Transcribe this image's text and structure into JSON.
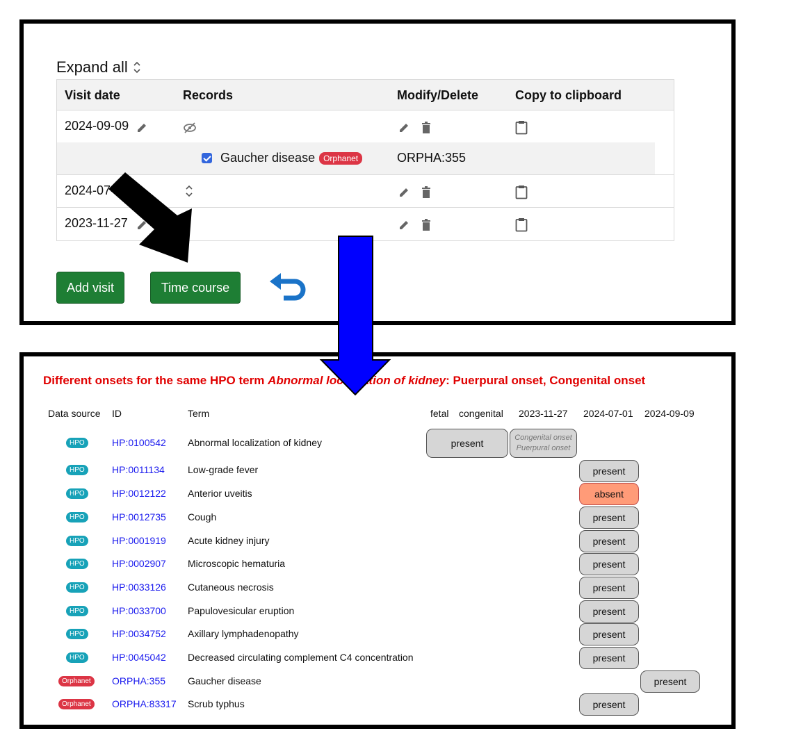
{
  "top_panel": {
    "expand_all_label": "Expand all",
    "headers": {
      "visit_date": "Visit date",
      "records": "Records",
      "modify_delete": "Modify/Delete",
      "copy": "Copy to clipboard"
    },
    "visits": [
      {
        "date": "2024-09-09"
      },
      {
        "date": "2024-07-01"
      },
      {
        "date": "2023-11-27"
      }
    ],
    "record": {
      "label": "Gaucher disease",
      "badge": "Orphanet",
      "id": "ORPHA:355"
    },
    "buttons": {
      "add_visit": "Add visit",
      "time_course": "Time course"
    }
  },
  "bottom_panel": {
    "alert": {
      "prefix": "Different onsets for the same HPO term ",
      "term": "Abnormal localization of kidney",
      "suffix": ": Puerpural onset, Congenital onset"
    },
    "headers": {
      "source": "Data source",
      "id": "ID",
      "term": "Term",
      "fetal": "fetal",
      "congenital": "congenital",
      "d1": "2023-11-27",
      "d2": "2024-07-01",
      "d3": "2024-09-09"
    },
    "onset_note": {
      "line1": "Congenital onset",
      "line2": "Puerpural onset"
    },
    "rows": [
      {
        "source": "HPO",
        "id": "HP:0100542",
        "term": "Abnormal localization of kidney",
        "status": "present"
      },
      {
        "source": "HPO",
        "id": "HP:0011134",
        "term": "Low-grade fever",
        "status": "present"
      },
      {
        "source": "HPO",
        "id": "HP:0012122",
        "term": "Anterior uveitis",
        "status": "absent"
      },
      {
        "source": "HPO",
        "id": "HP:0012735",
        "term": "Cough",
        "status": "present"
      },
      {
        "source": "HPO",
        "id": "HP:0001919",
        "term": "Acute kidney injury",
        "status": "present"
      },
      {
        "source": "HPO",
        "id": "HP:0002907",
        "term": "Microscopic hematuria",
        "status": "present"
      },
      {
        "source": "HPO",
        "id": "HP:0033126",
        "term": "Cutaneous necrosis",
        "status": "present"
      },
      {
        "source": "HPO",
        "id": "HP:0033700",
        "term": "Papulovesicular eruption",
        "status": "present"
      },
      {
        "source": "HPO",
        "id": "HP:0034752",
        "term": "Axillary lymphadenopathy",
        "status": "present"
      },
      {
        "source": "HPO",
        "id": "HP:0045042",
        "term": "Decreased circulating complement C4 concentration",
        "status": "present"
      },
      {
        "source": "Orphanet",
        "id": "ORPHA:355",
        "term": "Gaucher disease",
        "status": "present"
      },
      {
        "source": "Orphanet",
        "id": "ORPHA:83317",
        "term": "Scrub typhus",
        "status": "present"
      }
    ]
  },
  "colors": {
    "green_button": "#1e7e34",
    "hpo_badge": "#17a2b8",
    "orphanet_badge": "#dc3545",
    "alert_text": "#e00000",
    "link": "#1a1aee",
    "absent_fill": "#ff9b78",
    "arrow_blue": "#0000ff"
  },
  "icons": [
    "chevron-updown-icon",
    "pencil-icon",
    "trash-icon",
    "clipboard-icon",
    "eye-slash-icon",
    "undo-arrow-icon",
    "black-arrow-icon",
    "blue-arrow-icon"
  ]
}
